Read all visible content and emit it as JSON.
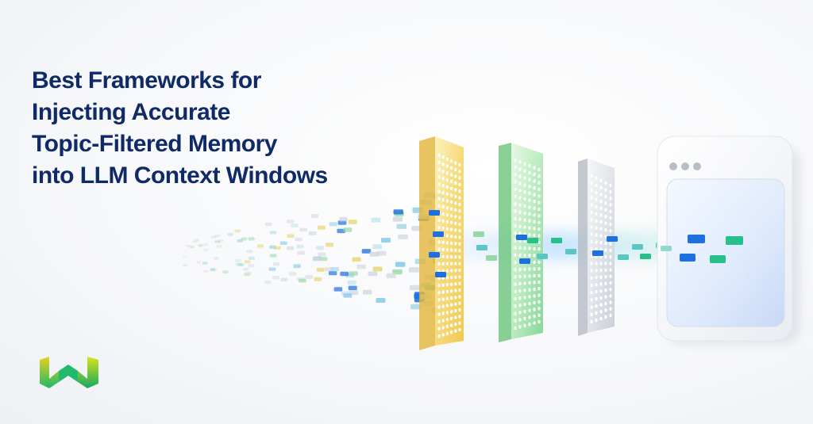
{
  "headline": {
    "line1": "Best Frameworks for",
    "line2": "Injecting Accurate",
    "line3": "Topic-Filtered Memory",
    "line4": "into LLM Context Windows"
  },
  "colors": {
    "title": "#0f2a66",
    "filter_yellow": "#f2c94c",
    "filter_green": "#6fd38a",
    "filter_gray": "#c9ced6",
    "chip_blue": "#1e6fe0",
    "chip_green": "#27c08a",
    "chip_teal": "#5cc6c2",
    "logo_yellow": "#e8d21c",
    "logo_green": "#1fb86a"
  },
  "icons": {
    "logo": "brand-w-logo",
    "window": "browser-window-icon"
  }
}
